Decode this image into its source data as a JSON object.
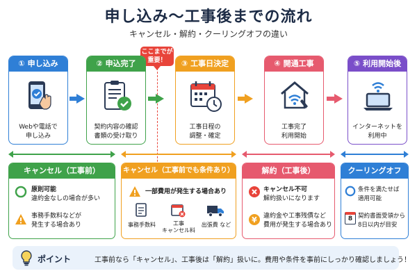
{
  "title": "申し込み〜工事後までの流れ",
  "subtitle": "キャンセル・解約・クーリングオフの違い",
  "note": {
    "line1": "ここまでが",
    "line2": "重要！"
  },
  "steps": [
    {
      "label": "① 申し込み",
      "cap1": "Webや電話で",
      "cap2": "申し込み",
      "color": "#2f7fd6"
    },
    {
      "label": "② 申込完了",
      "cap1": "契約内容の確認",
      "cap2": "書類の受け取り",
      "color": "#3fa24a"
    },
    {
      "label": "③ 工事日決定",
      "cap1": "工事日程の",
      "cap2": "調整・確定",
      "color": "#f0a020"
    },
    {
      "label": "④ 開通工事",
      "cap1": "工事完了",
      "cap2": "利用開始",
      "color": "#e65a6e"
    },
    {
      "label": "⑤ 利用開始後",
      "cap1": "インターネットを",
      "cap2": "利用中",
      "color": "#7a4ec9"
    }
  ],
  "panels": {
    "cancel_before": {
      "header": "キャンセル（工事前）",
      "r1a": "原則可能",
      "r1b": "違約金なしの場合が多い",
      "r2a": "事務手数料などが",
      "r2b": "発生する場合あり",
      "color": "#3fa24a"
    },
    "cancel_cond": {
      "header": "キャンセル（工事前でも条件あり）",
      "r1": "一部費用が発生する場合あり",
      "m1": "事務手数料",
      "m2a": "工事",
      "m2b": "キャンセル料",
      "m3": "出張費 など",
      "color": "#f0a020"
    },
    "kaiyaku": {
      "header": "解約（工事後）",
      "r1a": "キャンセル不可",
      "r1b": "解約扱いになります",
      "r2a": "違約金や工事残債など",
      "r2b": "費用が発生する場合あり",
      "color": "#e65a6e"
    },
    "cooling": {
      "header": "クーリングオフ",
      "r1a": "条件を満たせば",
      "r1b": "適用可能",
      "r2a": "契約書面受領から",
      "r2b": "8日以内が目安",
      "calendar_number": "8",
      "color": "#2f7fd6"
    }
  },
  "point": {
    "label": "ポイント",
    "text": "工事前なら「キャンセル」、工事後は「解約」扱いに。費用や条件を事前にしっかり確認しましょう！"
  }
}
